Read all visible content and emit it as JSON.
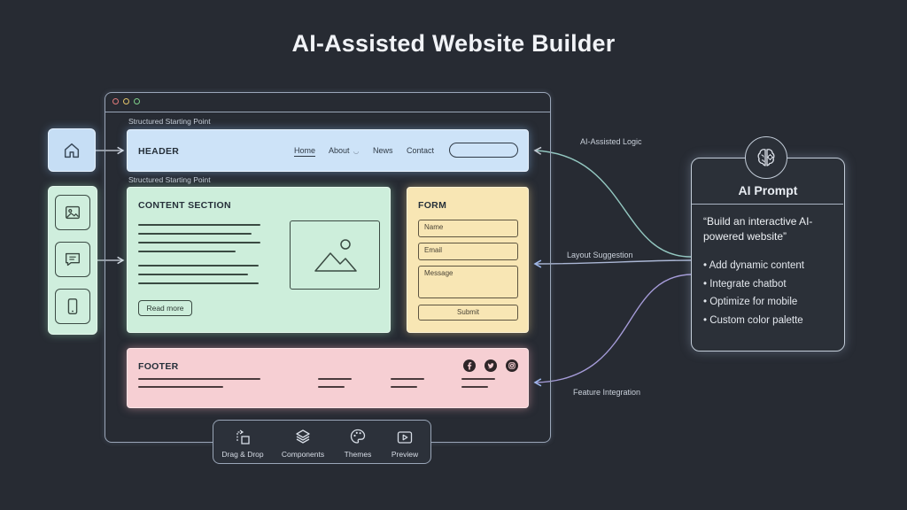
{
  "title": "AI-Assisted Website Builder",
  "browser": {
    "caption_top": "Structured Starting Point",
    "caption_content": "Structured Starting Point",
    "header": {
      "title": "HEADER",
      "nav": [
        "Home",
        "About",
        "News",
        "Contact"
      ]
    },
    "content": {
      "title": "CONTENT SECTION",
      "read_more": "Read more"
    },
    "form": {
      "title": "FORM",
      "name_placeholder": "Name",
      "email_placeholder": "Email",
      "message_placeholder": "Message",
      "submit": "Submit"
    },
    "footer": {
      "title": "FOOTER",
      "social_icons": [
        "facebook-icon",
        "twitter-icon",
        "instagram-icon"
      ]
    }
  },
  "side_icons": [
    "home-icon",
    "image-icon",
    "chat-icon",
    "mobile-icon"
  ],
  "toolbar": {
    "items": [
      {
        "label": "Drag & Drop",
        "icon": "drag-drop-icon"
      },
      {
        "label": "Components",
        "icon": "layers-icon"
      },
      {
        "label": "Themes",
        "icon": "palette-icon"
      },
      {
        "label": "Preview",
        "icon": "play-icon"
      }
    ]
  },
  "connections": {
    "logic": "AI-Assisted Logic",
    "layout": "Layout Suggestion",
    "feature": "Feature Integration"
  },
  "ai_prompt": {
    "title": "AI Prompt",
    "quote": "“Build an interactive AI-powered website”",
    "items": [
      "Add dynamic content",
      "Integrate chatbot",
      "Optimize for mobile",
      "Custom color palette"
    ],
    "icon": "brain-icon"
  },
  "colors": {
    "background": "#272b33",
    "header": "#cde3f8",
    "content": "#cdeedb",
    "form": "#f8e6b4",
    "footer": "#f6cfd3"
  }
}
